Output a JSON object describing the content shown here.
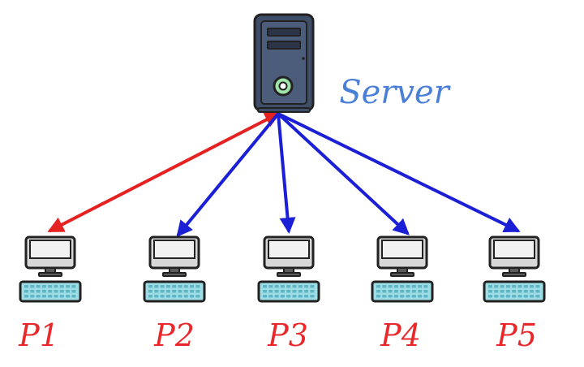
{
  "server": {
    "label": "Server",
    "label_color": "#4a7fd8"
  },
  "clients": [
    {
      "label": "P1",
      "arrow_color": "#e52121",
      "bidirectional": true
    },
    {
      "label": "P2",
      "arrow_color": "#1b1fd6",
      "bidirectional": false
    },
    {
      "label": "P3",
      "arrow_color": "#1b1fd6",
      "bidirectional": false
    },
    {
      "label": "P4",
      "arrow_color": "#1b1fd6",
      "bidirectional": false
    },
    {
      "label": "P5",
      "arrow_color": "#1b1fd6",
      "bidirectional": false
    }
  ],
  "client_label_color": "#e8282b",
  "colors": {
    "server_case": "#3f4e68",
    "server_panel": "#4c5d7c",
    "monitor_frame": "#5b5b5b",
    "monitor_screen": "#f2f2f2",
    "monitor_bezel": "#d7d7d7",
    "keyboard": "#9fdde6",
    "outline": "#222222"
  }
}
